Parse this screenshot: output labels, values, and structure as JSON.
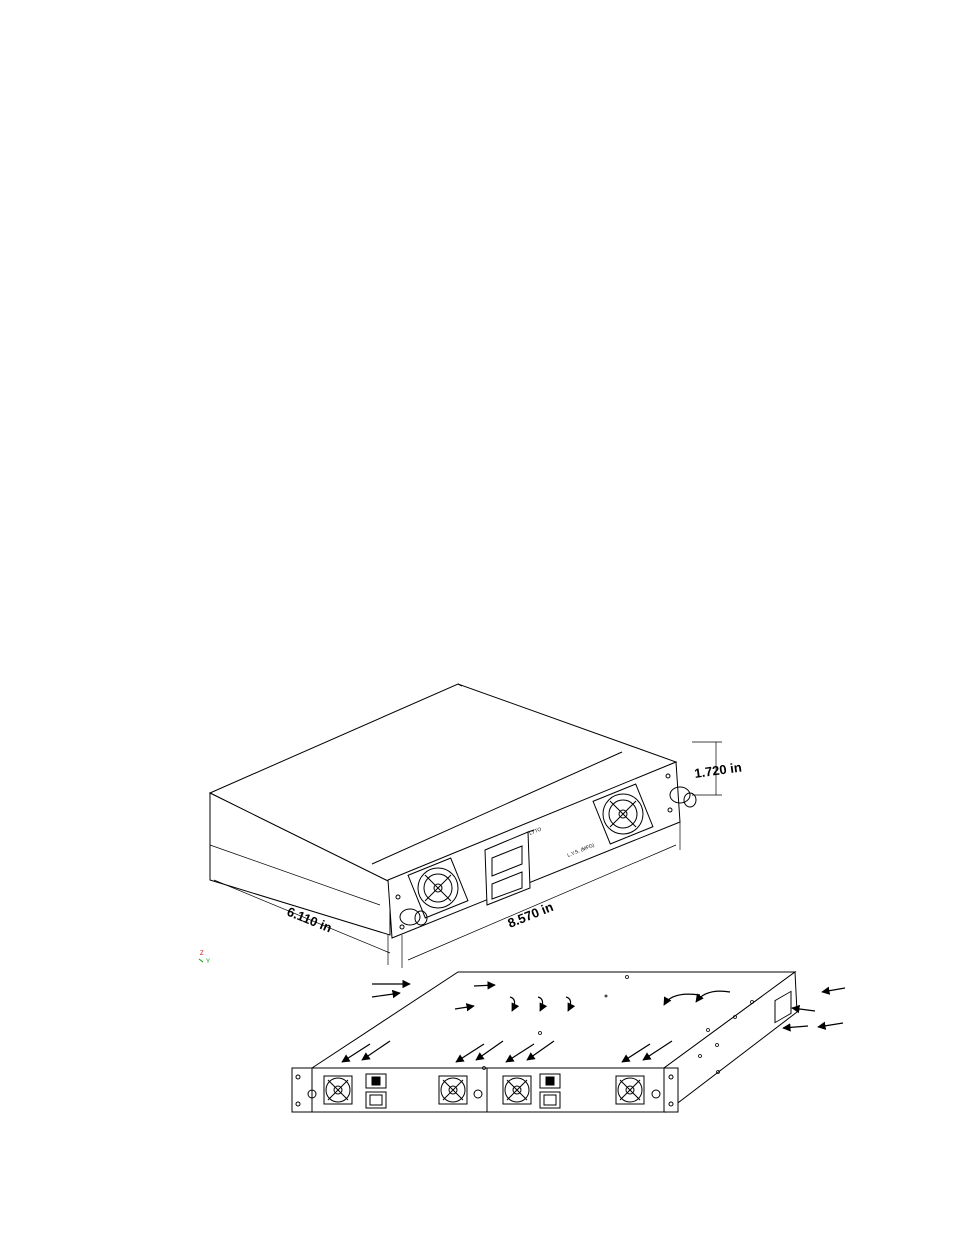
{
  "diagram_upper": {
    "dimensions": {
      "height": "1.720 in",
      "width": "8.570 in",
      "depth": "6.110 in"
    },
    "axis_triad": {
      "z_label": "Z",
      "y_label": "Y"
    },
    "panel_label_top": "LYTO",
    "panel_label_side": "L.Y.S. (MFG)"
  },
  "diagram_lower": {
    "airflow_arrows": "airflow direction arrows"
  },
  "colors": {
    "line": "#000000",
    "axis_z": "#d00000",
    "axis_y": "#00a000"
  }
}
